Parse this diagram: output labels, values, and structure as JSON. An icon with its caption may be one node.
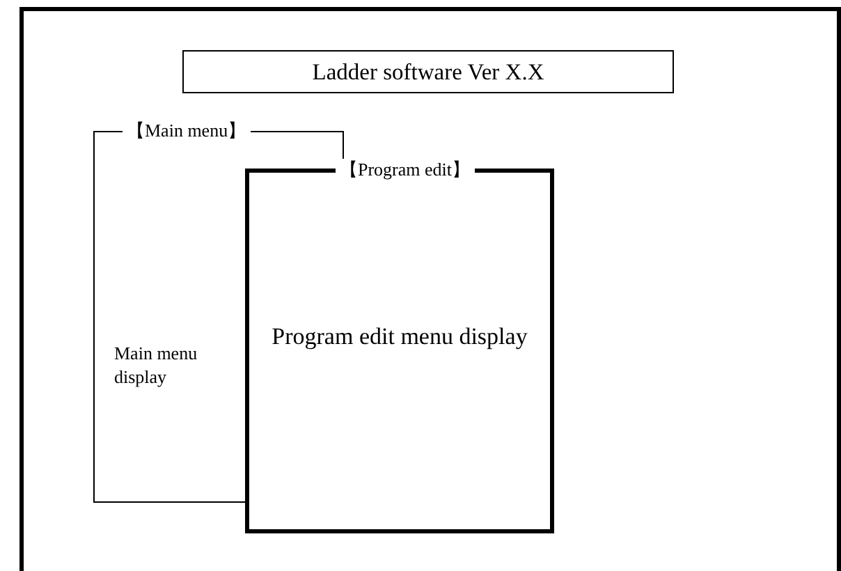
{
  "diagram": {
    "nodes": [
      {
        "text": [],
        "shape": "box"
      },
      {
        "text": [
          "Ladder software Ver X.X"
        ],
        "in": 0
      },
      {
        "text": [
          "【Main menu】",
          "Main menu display"
        ],
        "in": 0
      },
      {
        "text": [
          "【Program edit】",
          "Program edit menu display"
        ],
        "in": 0
      }
    ]
  }
}
